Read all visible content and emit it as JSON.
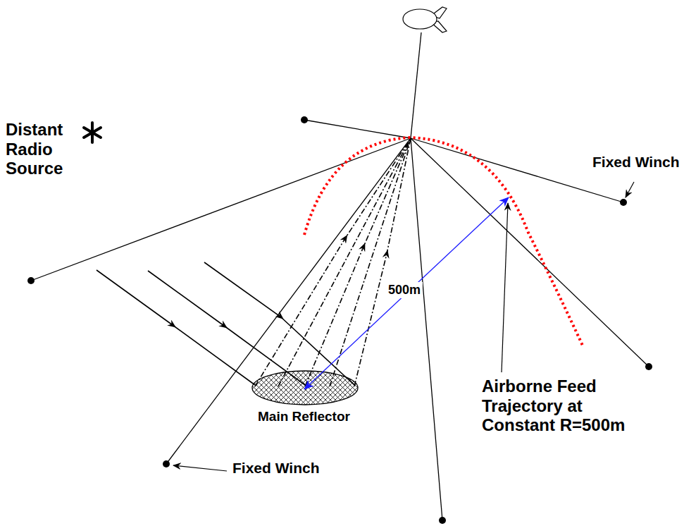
{
  "diagram": {
    "labels": [
      "Distant Radio Source",
      "Fixed Winch",
      "500m",
      "Airborne Feed Trajectory at Constant R=500m",
      "Main Reflector",
      "Fixed Winch"
    ]
  }
}
